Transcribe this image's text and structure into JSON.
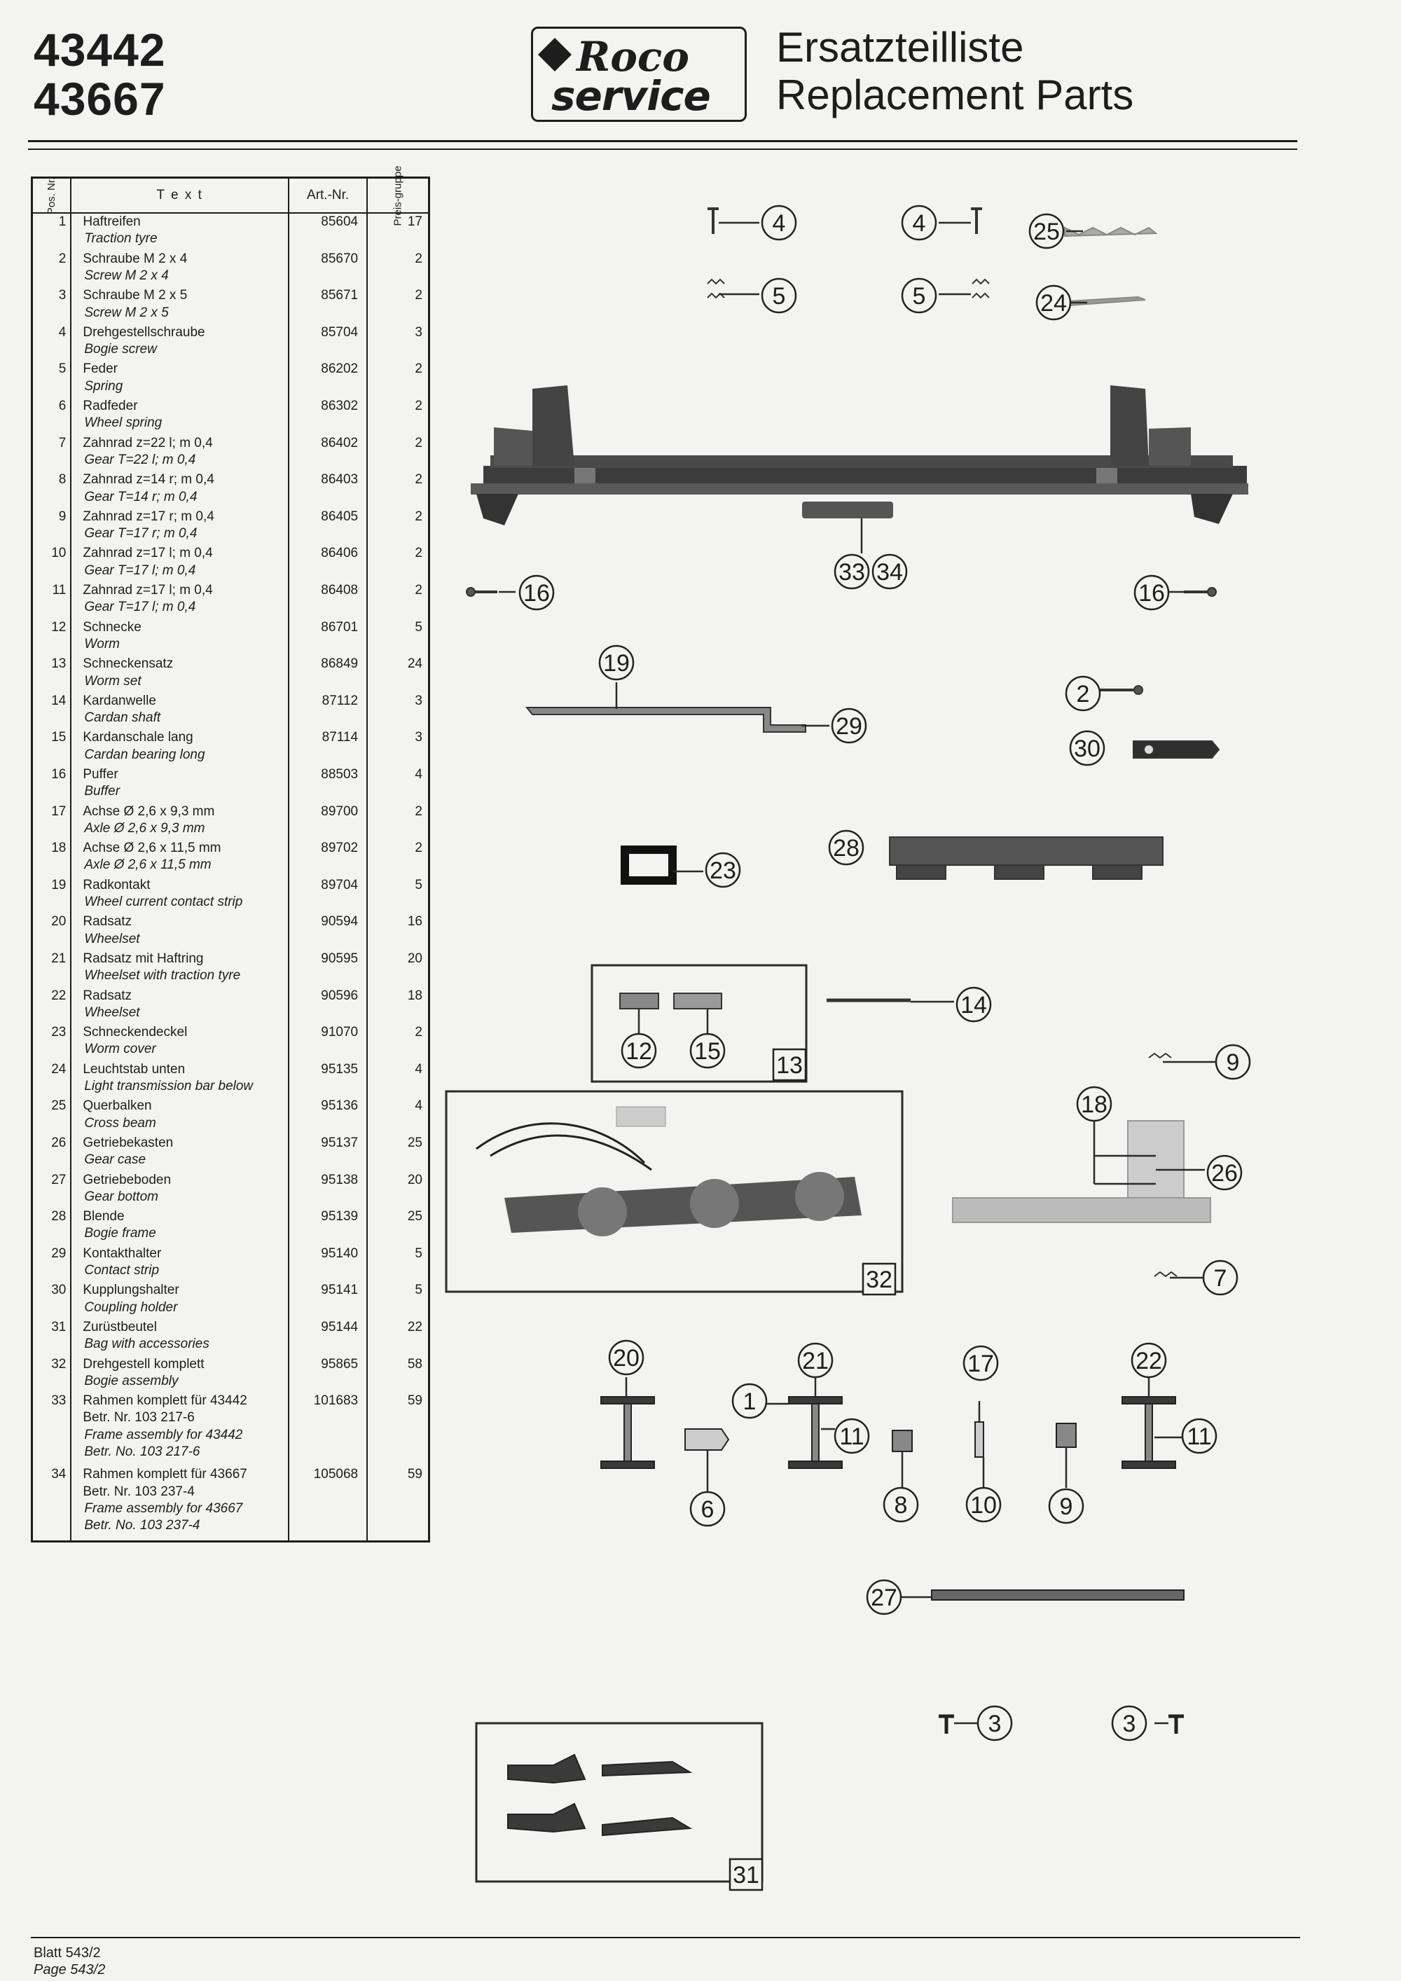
{
  "header": {
    "model_numbers": [
      "43442",
      "43667"
    ],
    "logo_brand": "Roco",
    "logo_service": "service",
    "logo_badge": "ROCO",
    "title_de": "Ersatzteilliste",
    "title_en": "Replacement Parts"
  },
  "table": {
    "headers": {
      "pos": "Pos. Nr.",
      "text": "T e x t",
      "art": "Art.-Nr.",
      "group": "Preis-gruppe"
    },
    "rows": [
      {
        "pos": "1",
        "de": "Haftreifen",
        "en": [
          "Traction tyre"
        ],
        "art": "85604",
        "group": "17"
      },
      {
        "pos": "2",
        "de": "Schraube M 2 x 4",
        "en": [
          "Screw M 2 x 4"
        ],
        "art": "85670",
        "group": "2"
      },
      {
        "pos": "3",
        "de": "Schraube M 2 x 5",
        "en": [
          "Screw M 2 x 5"
        ],
        "art": "85671",
        "group": "2"
      },
      {
        "pos": "4",
        "de": "Drehgestellschraube",
        "en": [
          "Bogie screw"
        ],
        "art": "85704",
        "group": "3"
      },
      {
        "pos": "5",
        "de": "Feder",
        "en": [
          "Spring"
        ],
        "art": "86202",
        "group": "2"
      },
      {
        "pos": "6",
        "de": "Radfeder",
        "en": [
          "Wheel spring"
        ],
        "art": "86302",
        "group": "2"
      },
      {
        "pos": "7",
        "de": "Zahnrad z=22 l; m 0,4",
        "en": [
          "Gear T=22 l; m 0,4"
        ],
        "art": "86402",
        "group": "2"
      },
      {
        "pos": "8",
        "de": "Zahnrad z=14 r; m 0,4",
        "en": [
          "Gear T=14 r; m 0,4"
        ],
        "art": "86403",
        "group": "2"
      },
      {
        "pos": "9",
        "de": "Zahnrad z=17 r; m 0,4",
        "en": [
          "Gear T=17 r; m 0,4"
        ],
        "art": "86405",
        "group": "2"
      },
      {
        "pos": "10",
        "de": "Zahnrad z=17 l; m 0,4",
        "en": [
          "Gear T=17 l; m 0,4"
        ],
        "art": "86406",
        "group": "2"
      },
      {
        "pos": "11",
        "de": "Zahnrad z=17 l; m 0,4",
        "en": [
          "Gear T=17 l; m 0,4"
        ],
        "art": "86408",
        "group": "2"
      },
      {
        "pos": "12",
        "de": "Schnecke",
        "en": [
          "Worm"
        ],
        "art": "86701",
        "group": "5"
      },
      {
        "pos": "13",
        "de": "Schneckensatz",
        "en": [
          "Worm set"
        ],
        "art": "86849",
        "group": "24"
      },
      {
        "pos": "14",
        "de": "Kardanwelle",
        "en": [
          "Cardan shaft"
        ],
        "art": "87112",
        "group": "3"
      },
      {
        "pos": "15",
        "de": "Kardanschale lang",
        "en": [
          "Cardan bearing long"
        ],
        "art": "87114",
        "group": "3"
      },
      {
        "pos": "16",
        "de": "Puffer",
        "en": [
          "Buffer"
        ],
        "art": "88503",
        "group": "4"
      },
      {
        "pos": "17",
        "de": "Achse Ø 2,6 x 9,3 mm",
        "en": [
          "Axle Ø 2,6 x 9,3 mm"
        ],
        "art": "89700",
        "group": "2"
      },
      {
        "pos": "18",
        "de": "Achse Ø 2,6 x 11,5 mm",
        "en": [
          "Axle Ø 2,6 x 11,5 mm"
        ],
        "art": "89702",
        "group": "2"
      },
      {
        "pos": "19",
        "de": "Radkontakt",
        "en": [
          "Wheel current contact strip"
        ],
        "art": "89704",
        "group": "5"
      },
      {
        "pos": "20",
        "de": "Radsatz",
        "en": [
          "Wheelset"
        ],
        "art": "90594",
        "group": "16"
      },
      {
        "pos": "21",
        "de": "Radsatz mit Haftring",
        "en": [
          "Wheelset with traction tyre"
        ],
        "art": "90595",
        "group": "20"
      },
      {
        "pos": "22",
        "de": "Radsatz",
        "en": [
          "Wheelset"
        ],
        "art": "90596",
        "group": "18"
      },
      {
        "pos": "23",
        "de": "Schneckendeckel",
        "en": [
          "Worm cover"
        ],
        "art": "91070",
        "group": "2"
      },
      {
        "pos": "24",
        "de": "Leuchtstab unten",
        "en": [
          "Light transmission bar below"
        ],
        "art": "95135",
        "group": "4"
      },
      {
        "pos": "25",
        "de": "Querbalken",
        "en": [
          "Cross beam"
        ],
        "art": "95136",
        "group": "4"
      },
      {
        "pos": "26",
        "de": "Getriebekasten",
        "en": [
          "Gear case"
        ],
        "art": "95137",
        "group": "25"
      },
      {
        "pos": "27",
        "de": "Getriebeboden",
        "en": [
          "Gear bottom"
        ],
        "art": "95138",
        "group": "20"
      },
      {
        "pos": "28",
        "de": "Blende",
        "en": [
          "Bogie frame"
        ],
        "art": "95139",
        "group": "25"
      },
      {
        "pos": "29",
        "de": "Kontakthalter",
        "en": [
          "Contact strip"
        ],
        "art": "95140",
        "group": "5"
      },
      {
        "pos": "30",
        "de": "Kupplungshalter",
        "en": [
          "Coupling holder"
        ],
        "art": "95141",
        "group": "5"
      },
      {
        "pos": "31",
        "de": "Zurüstbeutel",
        "en": [
          "Bag with accessories"
        ],
        "art": "95144",
        "group": "22"
      },
      {
        "pos": "32",
        "de": "Drehgestell komplett",
        "en": [
          "Bogie assembly"
        ],
        "art": "95865",
        "group": "58"
      },
      {
        "pos": "33",
        "de": "Rahmen komplett für 43442",
        "de2": "Betr. Nr. 103 217-6",
        "en": [
          "Frame assembly for 43442",
          "Betr. No. 103 217-6"
        ],
        "art": "101683",
        "group": "59"
      },
      {
        "pos": "34",
        "de": "Rahmen komplett für 43667",
        "de2": "Betr. Nr. 103 237-4",
        "en": [
          "Frame assembly for 43667",
          "Betr. No. 103 237-4"
        ],
        "art": "105068",
        "group": "59"
      }
    ]
  },
  "callouts": [
    "1",
    "2",
    "3",
    "4",
    "5",
    "6",
    "7",
    "8",
    "9",
    "10",
    "11",
    "12",
    "13",
    "14",
    "15",
    "16",
    "17",
    "18",
    "19",
    "20",
    "21",
    "22",
    "23",
    "24",
    "25",
    "26",
    "27",
    "28",
    "29",
    "30",
    "31",
    "32",
    "33",
    "34"
  ],
  "footer": {
    "sheet_de": "Blatt 543/2",
    "sheet_en": "Page 543/2"
  }
}
